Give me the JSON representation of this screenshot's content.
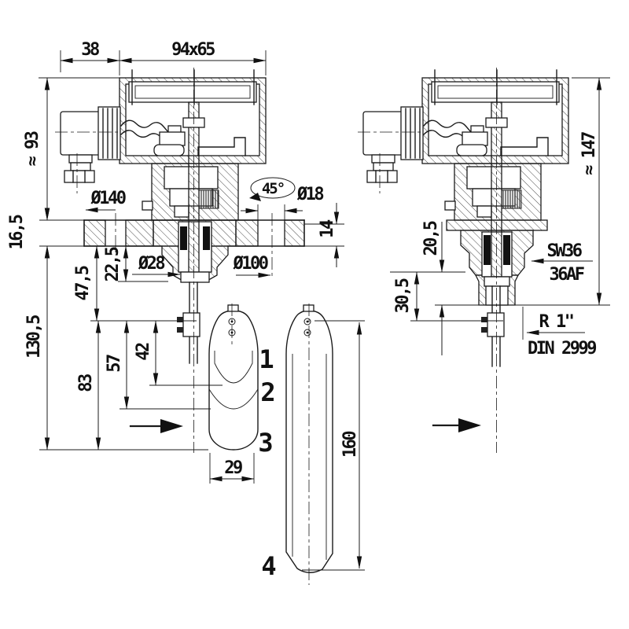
{
  "colors": {
    "ink": "#1b1b1b",
    "paper": "#ffffff",
    "hatch": "#4a4a4a"
  },
  "icons": {
    "flow_left": "flow-direction-arrow",
    "flow_right": "flow-direction-arrow",
    "rotation": "rotation-angle-arrow"
  },
  "flanged_view": {
    "top_width": "38",
    "housing_size": "94x65",
    "height_above_flange": "≈ 93",
    "flange_diameter": "Ø140",
    "hole_angle": "45°",
    "hole_diameter": "Ø18",
    "flange_thickness": "16,5",
    "rim_thickness": "14",
    "hub_diameter": "Ø28",
    "bolt_circle": "Ø100",
    "hub_depth": "22,5",
    "stem_to_pivot": "47,5",
    "insertion_length": "130,5",
    "pivot_to_paddle_end": "83",
    "paddle2_length": "57",
    "paddle1_length": "42",
    "paddle_width": "29",
    "paddle1_label": "1",
    "paddle2_label": "2",
    "paddle3_label": "3"
  },
  "threaded_view": {
    "overall_height": "≈ 147",
    "thread_length": "20,5",
    "thread_to_pivot": "30,5",
    "wrench_size": "SW36",
    "wrench_size_af": "36AF",
    "thread_designation": "R 1\"",
    "thread_standard": "DIN 2999",
    "paddle4_label": "4",
    "paddle4_length": "160"
  }
}
